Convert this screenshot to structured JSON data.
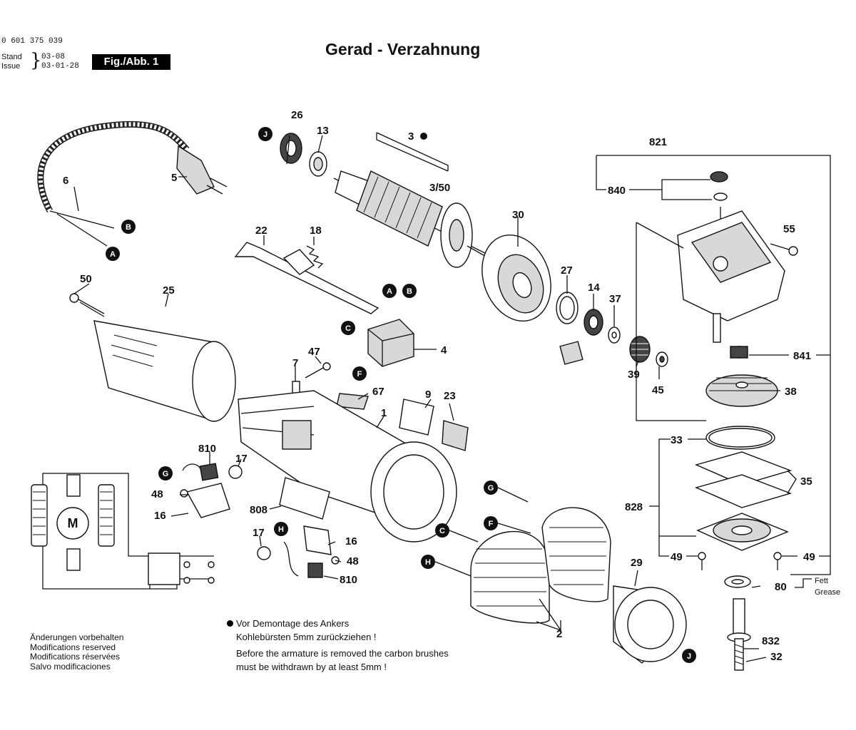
{
  "header": {
    "part_number": "0 601 375 039",
    "stand_label": "Stand",
    "issue_label": "Issue",
    "stand_value": "03-08",
    "issue_value": "03-01-28",
    "figure_label": "Fig./Abb. 1",
    "title": "Gerad - Verzahnung"
  },
  "part_labels": {
    "p26": "26",
    "p13": "13",
    "p3": "3",
    "p3_50": "3/50",
    "p821": "821",
    "p840": "840",
    "p55": "55",
    "p5": "5",
    "p6": "6",
    "p22": "22",
    "p18": "18",
    "p30": "30",
    "p27": "27",
    "p14": "14",
    "p37": "37",
    "p39": "39",
    "p45": "45",
    "p841": "841",
    "p38": "38",
    "p50": "50",
    "p25": "25",
    "p4": "4",
    "p47": "47",
    "p7": "7",
    "p67": "67",
    "p9": "9",
    "p23": "23",
    "p1": "1",
    "p33": "33",
    "p35": "35",
    "p810a": "810",
    "p17a": "17",
    "p48a": "48",
    "p16a": "16",
    "p808": "808",
    "p828": "828",
    "p17b": "17",
    "p16b": "16",
    "p48b": "48",
    "p810b": "810",
    "p49a": "49",
    "p49b": "49",
    "p80": "80",
    "p29": "29",
    "p2": "2",
    "p832": "832",
    "p32": "32"
  },
  "connector_letters": {
    "j_top": "J",
    "b_cord": "B",
    "a_cord": "A",
    "a_switch": "A",
    "b_switch": "B",
    "c_switch": "C",
    "f_switch": "F",
    "g_brush": "G",
    "h_brush": "H",
    "g_field": "G",
    "f_field": "F",
    "c_field": "C",
    "h_field": "H",
    "j_guard": "J"
  },
  "schematic": {
    "motor_letter": "M"
  },
  "grease_note": {
    "line1": "Fett",
    "line2": "Grease"
  },
  "warning": {
    "de_line1": "Vor Demontage des Ankers",
    "de_line2": "Kohlebürsten 5mm zurückziehen !",
    "en_line1": "Before the armature is removed the carbon brushes",
    "en_line2": "must be withdrawn by at least 5mm !"
  },
  "notes": {
    "de": "Änderungen vorbehalten",
    "en": "Modifications reserved",
    "fr": "Modifications réservées",
    "es": "Salvo modificaciones"
  }
}
